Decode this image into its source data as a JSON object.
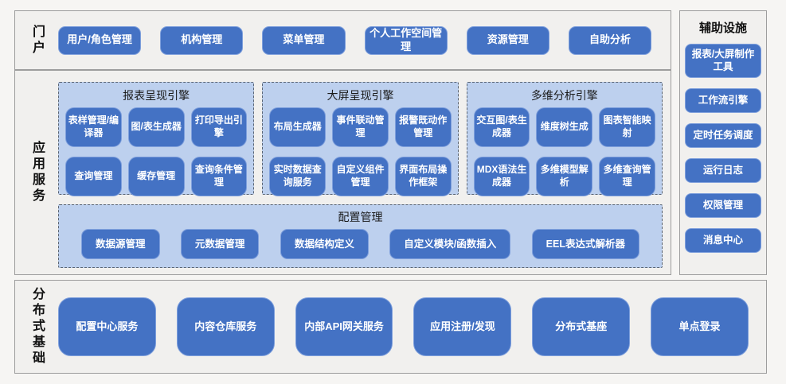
{
  "portal": {
    "label": "门户",
    "items": [
      "用户/角色管理",
      "机构管理",
      "菜单管理",
      "个人工作空间管理",
      "资源管理",
      "自助分析"
    ]
  },
  "app_services": {
    "label": "应用服务",
    "engines": [
      {
        "title": "报表呈现引擎",
        "items": [
          "表样管理/编译器",
          "图/表生成器",
          "打印导出引擎",
          "查询管理",
          "缓存管理",
          "查询条件管理"
        ]
      },
      {
        "title": "大屏呈现引擎",
        "items": [
          "布局生成器",
          "事件联动管理",
          "报警既动作管理",
          "实时数据查询服务",
          "自定义组件管理",
          "界面布局操作框架"
        ]
      },
      {
        "title": "多维分析引擎",
        "items": [
          "交互图/表生成器",
          "维度树生成",
          "图表智能映射",
          "MDX语法生成器",
          "多维模型解析",
          "多维查询管理"
        ]
      }
    ],
    "config": {
      "title": "配置管理",
      "items": [
        "数据源管理",
        "元数据管理",
        "数据结构定义",
        "自定义模块/函数插入",
        "EEL表达式解析器"
      ]
    }
  },
  "aux": {
    "title": "辅助设施",
    "items": [
      "报表/大屏制作工具",
      "工作流引擎",
      "定时任务调度",
      "运行日志",
      "权限管理",
      "消息中心"
    ]
  },
  "foundation": {
    "label": "分布式基础",
    "items": [
      "配置中心服务",
      "内容仓库服务",
      "内部API网关服务",
      "应用注册/发现",
      "分布式基座",
      "单点登录"
    ]
  },
  "colors": {
    "page_bg": "#f6f5f3",
    "section_fill": "#f1f0ee",
    "section_border": "#9d9d9d",
    "group_fill": "#bdd0ee",
    "group_border": "#5a6472",
    "node_fill": "#4472c4",
    "node_border": "#7e9fdc",
    "node_text": "#ffffff",
    "label_text": "#111111"
  }
}
